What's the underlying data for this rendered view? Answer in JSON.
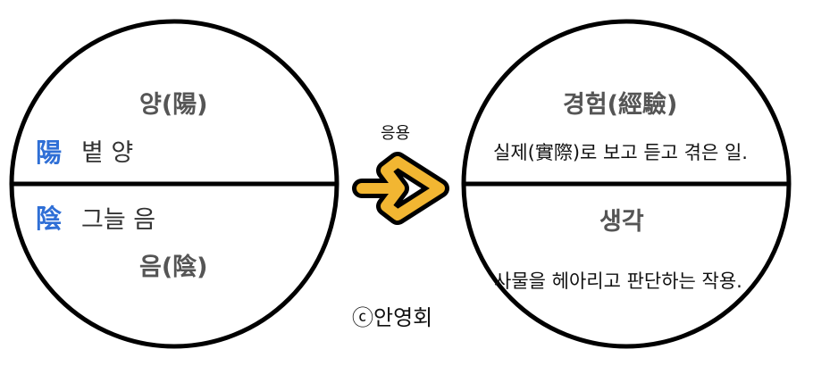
{
  "left_circle": {
    "yang_heading": "양(陽)",
    "yang_char": "陽",
    "yang_gloss": "볕 양",
    "eum_char": "陰",
    "eum_gloss": "그늘 음",
    "eum_heading": "음(陰)"
  },
  "arrow": {
    "label": "응용",
    "color": "#f2b632"
  },
  "right_circle": {
    "experience_heading": "경험(經驗)",
    "experience_desc": "실제(實際)로 보고 듣고 겪은 일.",
    "thought_heading": "생각",
    "thought_desc": "사물을 헤아리고 판단하는 작용."
  },
  "credit": "ⓒ안영회",
  "colors": {
    "hanja_blue": "#2f6fd6",
    "heading_gray": "#555555",
    "arrow_yellow": "#f2b632"
  }
}
